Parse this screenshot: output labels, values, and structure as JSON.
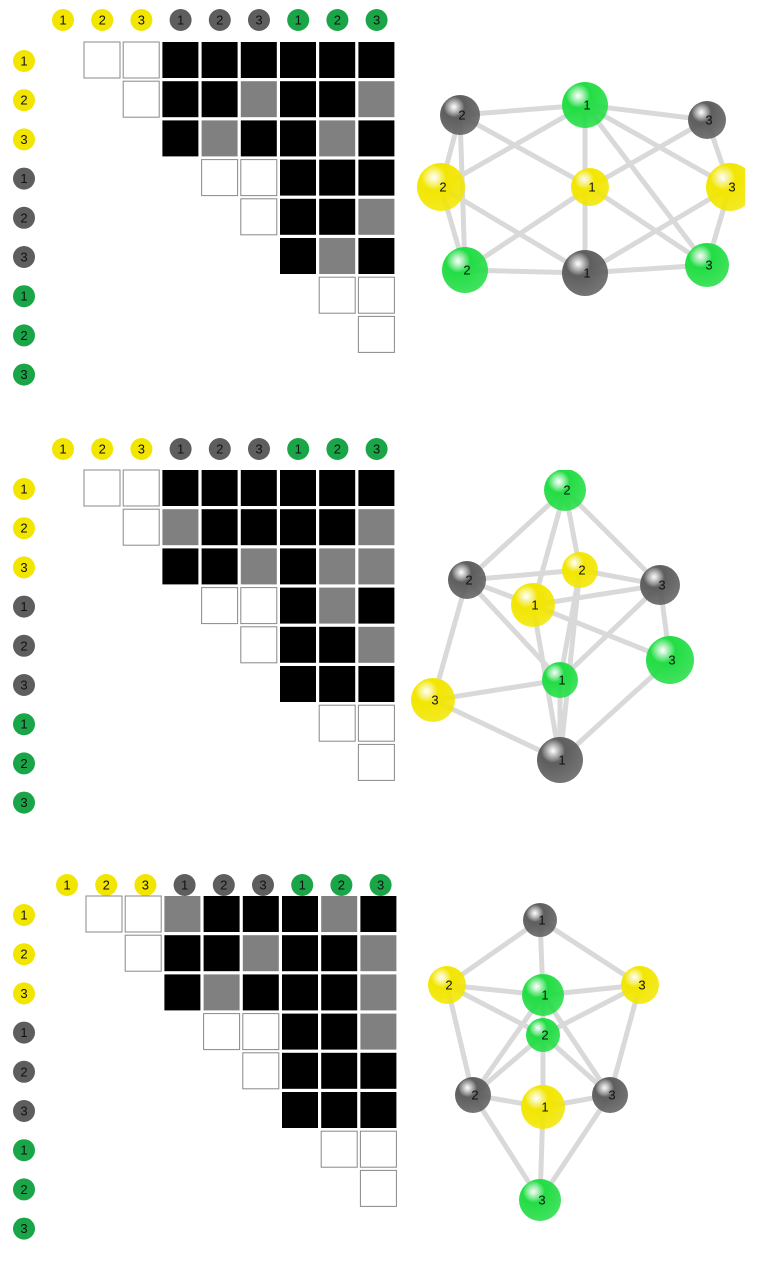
{
  "colors": {
    "yellow": "#f2e600",
    "gray": "#5e5e5e",
    "green": "#1aa548",
    "molecule_green": "#22dd44",
    "bond": "#d9d9d9",
    "cell_black": "#000000",
    "cell_gray": "#808080",
    "cell_white": "#ffffff"
  },
  "atom_labels": [
    {
      "text": "1",
      "type": "yellow"
    },
    {
      "text": "2",
      "type": "yellow"
    },
    {
      "text": "3",
      "type": "yellow"
    },
    {
      "text": "1",
      "type": "gray"
    },
    {
      "text": "2",
      "type": "gray"
    },
    {
      "text": "3",
      "type": "gray"
    },
    {
      "text": "1",
      "type": "green"
    },
    {
      "text": "2",
      "type": "green"
    },
    {
      "text": "3",
      "type": "green"
    }
  ],
  "panels": [
    {
      "matrix": [
        [
          "",
          "w",
          "w",
          "b",
          "b",
          "b",
          "b",
          "b",
          "b"
        ],
        [
          "",
          "",
          "w",
          "b",
          "b",
          "g",
          "b",
          "b",
          "g"
        ],
        [
          "",
          "",
          "",
          "b",
          "g",
          "b",
          "b",
          "g",
          "b"
        ],
        [
          "",
          "",
          "",
          "",
          "w",
          "w",
          "b",
          "b",
          "b"
        ],
        [
          "",
          "",
          "",
          "",
          "",
          "w",
          "b",
          "b",
          "g"
        ],
        [
          "",
          "",
          "",
          "",
          "",
          "",
          "b",
          "g",
          "b"
        ],
        [
          "",
          "",
          "",
          "",
          "",
          "",
          "",
          "w",
          "w"
        ],
        [
          "",
          "",
          "",
          "",
          "",
          "",
          "",
          "",
          "w"
        ],
        [
          "",
          "",
          "",
          "",
          "",
          "",
          "",
          "",
          ""
        ]
      ]
    },
    {
      "matrix": [
        [
          "",
          "w",
          "w",
          "b",
          "b",
          "b",
          "b",
          "b",
          "b"
        ],
        [
          "",
          "",
          "w",
          "g",
          "b",
          "b",
          "b",
          "b",
          "g"
        ],
        [
          "",
          "",
          "",
          "b",
          "b",
          "g",
          "b",
          "g",
          "g"
        ],
        [
          "",
          "",
          "",
          "",
          "w",
          "w",
          "b",
          "g",
          "b"
        ],
        [
          "",
          "",
          "",
          "",
          "",
          "w",
          "b",
          "b",
          "g"
        ],
        [
          "",
          "",
          "",
          "",
          "",
          "",
          "b",
          "b",
          "b"
        ],
        [
          "",
          "",
          "",
          "",
          "",
          "",
          "",
          "w",
          "w"
        ],
        [
          "",
          "",
          "",
          "",
          "",
          "",
          "",
          "",
          "w"
        ],
        [
          "",
          "",
          "",
          "",
          "",
          "",
          "",
          "",
          ""
        ]
      ]
    },
    {
      "matrix": [
        [
          "",
          "w",
          "w",
          "g",
          "b",
          "b",
          "b",
          "g",
          "b"
        ],
        [
          "",
          "",
          "w",
          "b",
          "b",
          "g",
          "b",
          "b",
          "g"
        ],
        [
          "",
          "",
          "",
          "b",
          "g",
          "b",
          "b",
          "b",
          "g"
        ],
        [
          "",
          "",
          "",
          "",
          "w",
          "w",
          "b",
          "b",
          "g"
        ],
        [
          "",
          "",
          "",
          "",
          "",
          "w",
          "b",
          "b",
          "b"
        ],
        [
          "",
          "",
          "",
          "",
          "",
          "",
          "b",
          "b",
          "b"
        ],
        [
          "",
          "",
          "",
          "",
          "",
          "",
          "",
          "w",
          "w"
        ],
        [
          "",
          "",
          "",
          "",
          "",
          "",
          "",
          "",
          "w"
        ],
        [
          "",
          "",
          "",
          "",
          "",
          "",
          "",
          "",
          ""
        ]
      ]
    }
  ]
}
